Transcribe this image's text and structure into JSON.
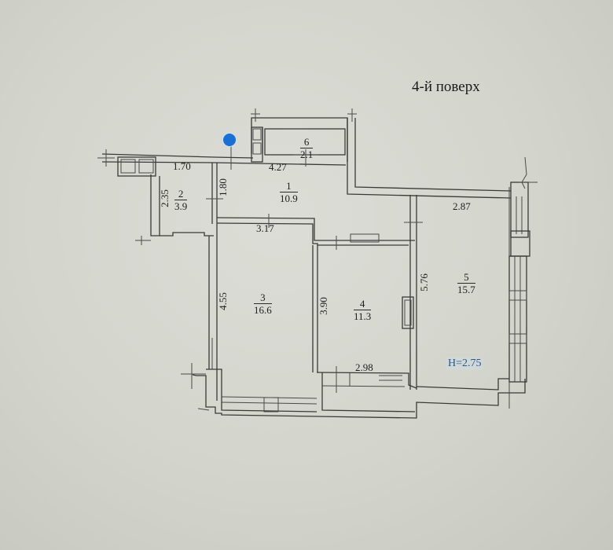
{
  "title": "4-й поверх",
  "ceiling_height": "H=2.75",
  "marker": {
    "color": "#1a6fd6"
  },
  "rooms": [
    {
      "number": "1",
      "area": "10.9"
    },
    {
      "number": "2",
      "area": "3.9"
    },
    {
      "number": "3",
      "area": "16.6"
    },
    {
      "number": "4",
      "area": "11.3"
    },
    {
      "number": "5",
      "area": "15.7"
    },
    {
      "number": "6",
      "area": "2.1"
    }
  ],
  "dimensions": {
    "d170": "1.70",
    "d427": "4.27",
    "d180": "1.80",
    "d235": "2.35",
    "d317": "3.17",
    "d287": "2.87",
    "d455": "4.55",
    "d390": "3.90",
    "d576": "5.76",
    "d298": "2.98"
  }
}
